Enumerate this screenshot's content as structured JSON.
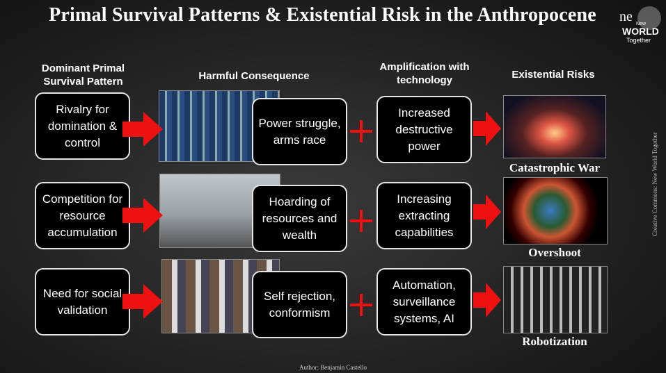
{
  "title": "Primal Survival Patterns & Existential Risk in the Anthropocene",
  "headers": {
    "pattern": "Dominant Primal Survival Pattern",
    "consequence": "Harmful Consequence",
    "amplification": "Amplification with technology",
    "risks": "Existential Risks"
  },
  "rows": [
    {
      "pattern": "Rivalry for domination & control",
      "consequence": "Power struggle, arms race",
      "amplification": "Increased destructive power",
      "risk": "Catastrophic War"
    },
    {
      "pattern": "Competition for resource accumulation",
      "consequence": "Hoarding of resources and wealth",
      "amplification": "Increasing extracting capabilities",
      "risk": "Overshoot"
    },
    {
      "pattern": "Need for social validation",
      "consequence": "Self rejection, conformism",
      "amplification": "Automation, surveillance systems,  AI",
      "risk": "Robotization"
    }
  ],
  "logo": {
    "line1": "New",
    "line2": "WORLD",
    "line3": "Together"
  },
  "credit": "Creative Commons: New World Together",
  "author": "Author: Benjamin Castello",
  "colors": {
    "arrow": "#ee1111",
    "box_bg": "#000000",
    "box_border": "#e6e6e6"
  }
}
